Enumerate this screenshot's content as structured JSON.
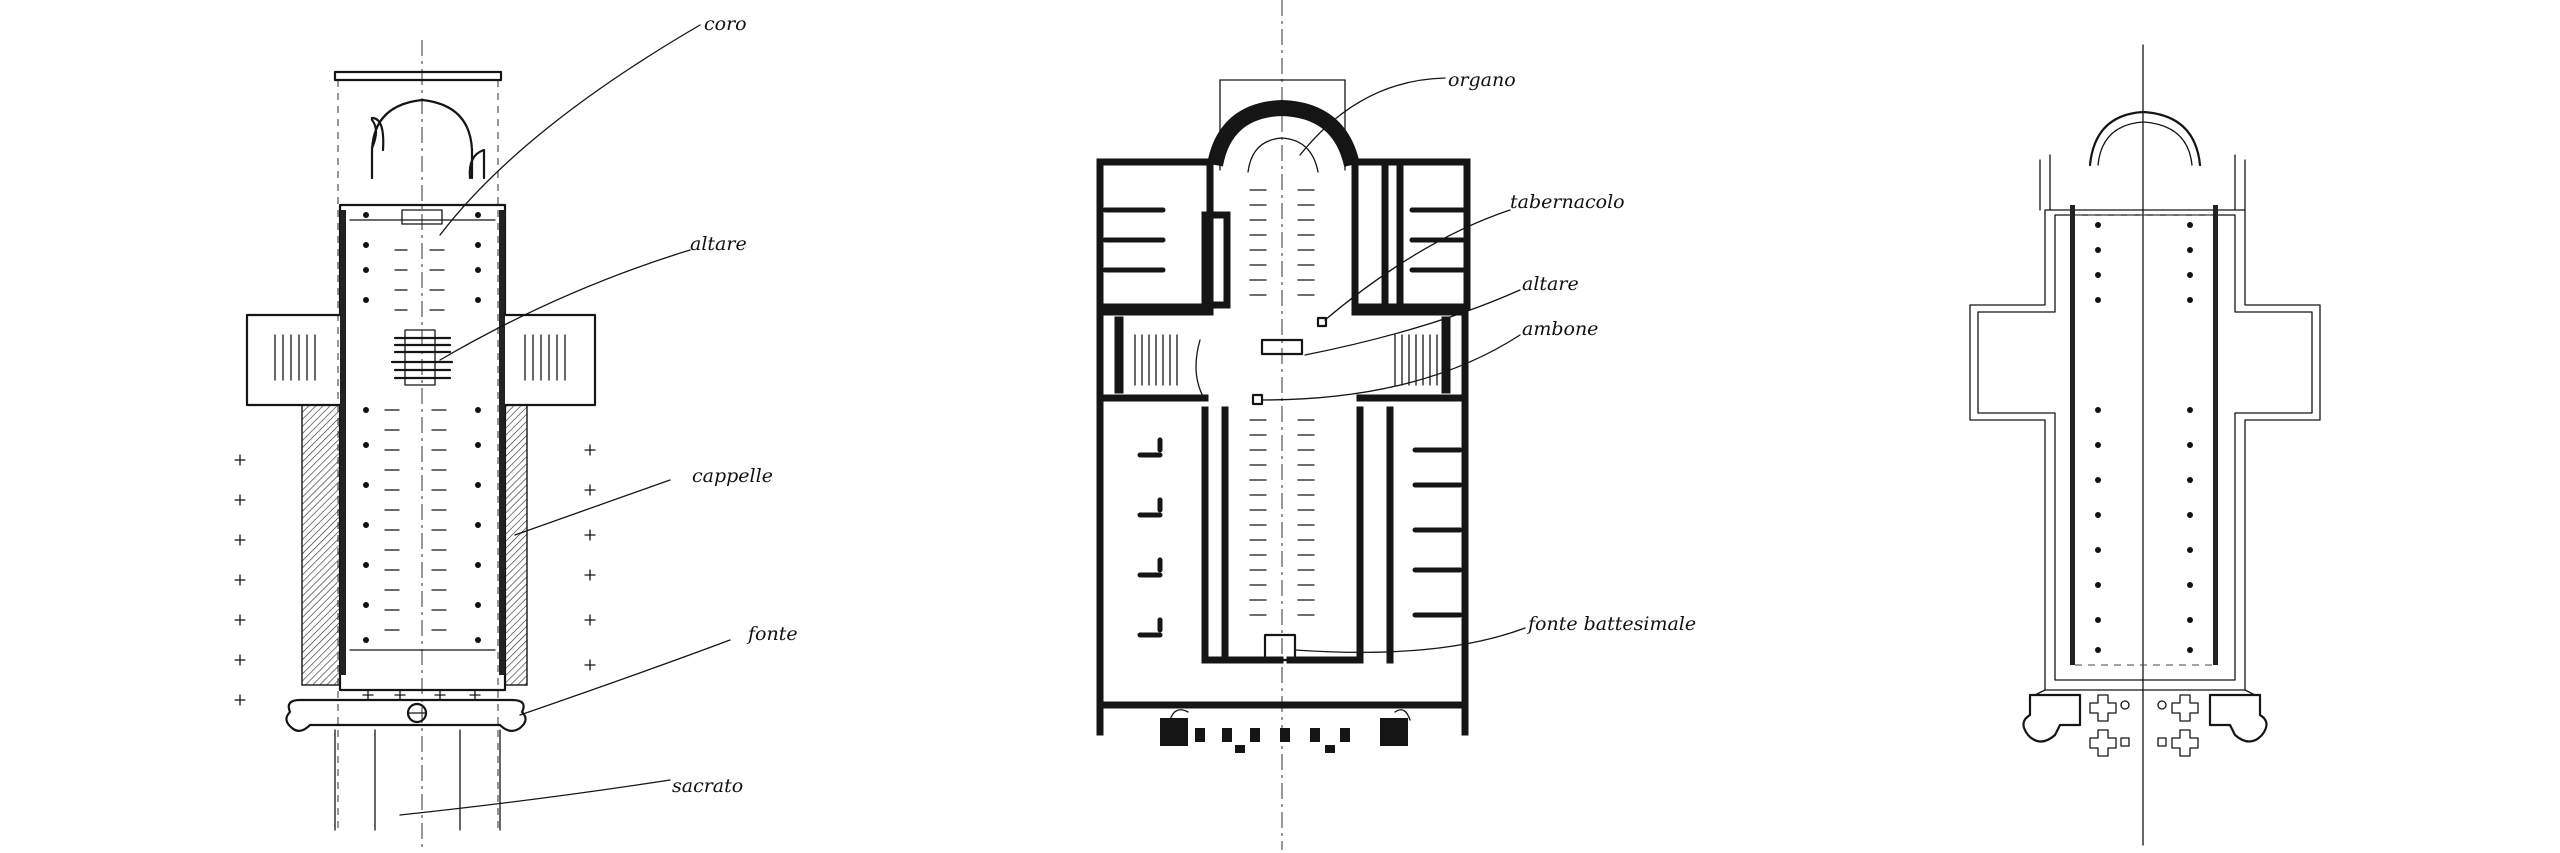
{
  "plans": [
    {
      "id": "plan-left",
      "labels": {
        "coro": "coro",
        "altare": "altare",
        "cappelle": "cappelle",
        "fonte": "fonte",
        "sacrato": "sacrato"
      }
    },
    {
      "id": "plan-middle",
      "labels": {
        "organo": "organo",
        "tabernacolo": "tabernacolo",
        "altare": "altare",
        "ambone": "ambone",
        "fonte_battesimale": "fonte battesimale"
      }
    },
    {
      "id": "plan-right",
      "labels": {}
    }
  ]
}
